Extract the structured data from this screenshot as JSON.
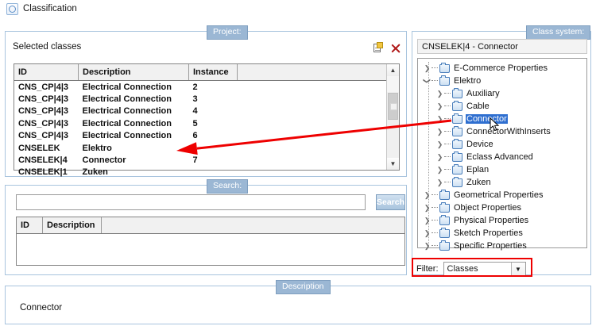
{
  "app": {
    "title": "Classification",
    "icon": "classification-icon"
  },
  "project": {
    "legend": "Project:",
    "panel_title": "Selected classes",
    "toolbar": {
      "new_icon": "new-class-icon",
      "close_icon": "close-icon"
    },
    "table": {
      "columns": [
        "ID",
        "Description",
        "Instance",
        ""
      ],
      "rows": [
        {
          "id": "CNS_CP|4|3",
          "description": "Electrical Connection",
          "instance": "2",
          "extra": ""
        },
        {
          "id": "CNS_CP|4|3",
          "description": "Electrical Connection",
          "instance": "3",
          "extra": ""
        },
        {
          "id": "CNS_CP|4|3",
          "description": "Electrical Connection",
          "instance": "4",
          "extra": ""
        },
        {
          "id": "CNS_CP|4|3",
          "description": "Electrical Connection",
          "instance": "5",
          "extra": ""
        },
        {
          "id": "CNS_CP|4|3",
          "description": "Electrical Connection",
          "instance": "6",
          "extra": ""
        },
        {
          "id": "CNSELEK",
          "description": "Elektro",
          "instance": "",
          "extra": ""
        },
        {
          "id": "CNSELEK|4",
          "description": "Connector",
          "instance": "7",
          "extra": ""
        },
        {
          "id": "CNSELEK|1",
          "description": "Zuken",
          "instance": "",
          "extra": ""
        }
      ]
    },
    "scrollbar": {
      "up_arrow": "scroll-up-icon",
      "down_arrow": "scroll-down-icon"
    }
  },
  "search": {
    "legend": "Search:",
    "input_value": "",
    "input_placeholder": "",
    "button_label": "Search",
    "results": {
      "columns": [
        "ID",
        "Description",
        ""
      ],
      "rows": []
    }
  },
  "class_system": {
    "legend": "Class system:",
    "path": "CNSELEK|4 - Connector",
    "tree": [
      {
        "label": "E-Commerce Properties",
        "depth": 0,
        "state": "collapsed",
        "selected": false
      },
      {
        "label": "Elektro",
        "depth": 0,
        "state": "expanded",
        "selected": false
      },
      {
        "label": "Auxiliary",
        "depth": 1,
        "state": "collapsed",
        "selected": false
      },
      {
        "label": "Cable",
        "depth": 1,
        "state": "collapsed",
        "selected": false
      },
      {
        "label": "Connector",
        "depth": 1,
        "state": "collapsed",
        "selected": true
      },
      {
        "label": "ConnectorWithInserts",
        "depth": 1,
        "state": "collapsed",
        "selected": false
      },
      {
        "label": "Device",
        "depth": 1,
        "state": "collapsed",
        "selected": false
      },
      {
        "label": "Eclass Advanced",
        "depth": 1,
        "state": "collapsed",
        "selected": false
      },
      {
        "label": "Eplan",
        "depth": 1,
        "state": "collapsed",
        "selected": false
      },
      {
        "label": "Zuken",
        "depth": 1,
        "state": "collapsed",
        "selected": false
      },
      {
        "label": "Geometrical Properties",
        "depth": 0,
        "state": "collapsed",
        "selected": false
      },
      {
        "label": "Object Properties",
        "depth": 0,
        "state": "collapsed",
        "selected": false
      },
      {
        "label": "Physical Properties",
        "depth": 0,
        "state": "collapsed",
        "selected": false
      },
      {
        "label": "Sketch Properties",
        "depth": 0,
        "state": "collapsed",
        "selected": false
      },
      {
        "label": "Specific Properties",
        "depth": 0,
        "state": "collapsed",
        "selected": false
      }
    ],
    "filter": {
      "label": "Filter:",
      "value": "Classes",
      "arrow_icon": "chevron-down-icon",
      "highlight_color": "#ee0000"
    }
  },
  "description": {
    "legend": "Description",
    "text": "Connector"
  },
  "annotation": {
    "arrow_color": "#ee0000",
    "from": [
      568,
      152
    ],
    "to": [
      222,
      190
    ]
  },
  "colors": {
    "legend_bg": "#9bb7d4",
    "group_border": "#a8c4de",
    "selection_blue": "#2f6fd0",
    "annotation_red": "#ee0000"
  }
}
